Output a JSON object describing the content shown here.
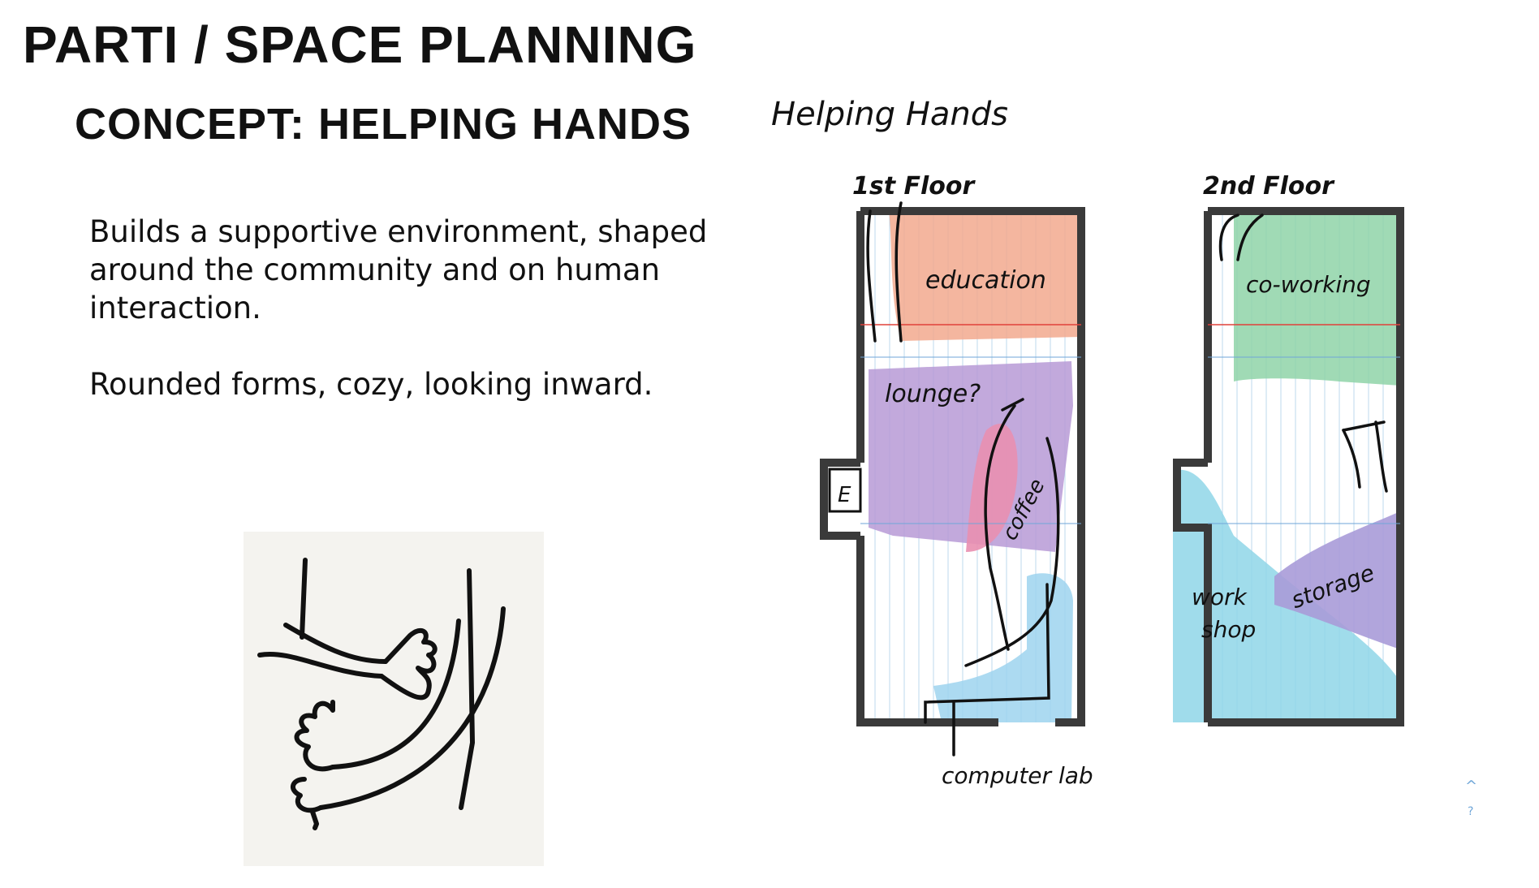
{
  "header": {
    "title": "PARTI / SPACE PLANNING",
    "subtitle": "CONCEPT: HELPING HANDS"
  },
  "description": {
    "paragraph_1": "Builds a supportive environment, shaped around the community and on human interaction.",
    "paragraph_2": "Rounded forms, cozy, looking inward."
  },
  "diagram": {
    "heading": "Helping Hands",
    "floor_1": {
      "label": "1st Floor",
      "zones": {
        "education": "education",
        "lounge": "lounge?",
        "coffee": "coffee",
        "computer_lab": "computer lab",
        "elevator": "E"
      }
    },
    "floor_2": {
      "label": "2nd Floor",
      "zones": {
        "coworking": "co-working",
        "workshop_line1": "work",
        "workshop_line2": "shop",
        "storage": "storage"
      }
    },
    "colors": {
      "education": "#f2a98e",
      "lounge": "#b79ad6",
      "coffee": "#e98fb0",
      "computer_lab": "#9dd3ee",
      "coworking": "#8fd3a8",
      "workshop": "#8fd6e8",
      "storage": "#a99bd8",
      "wall": "#3a3a3a",
      "grid": "#bcd8ee",
      "dimension": "#e0403a"
    }
  },
  "controls": {
    "scroll_up": "^",
    "help": "?"
  }
}
